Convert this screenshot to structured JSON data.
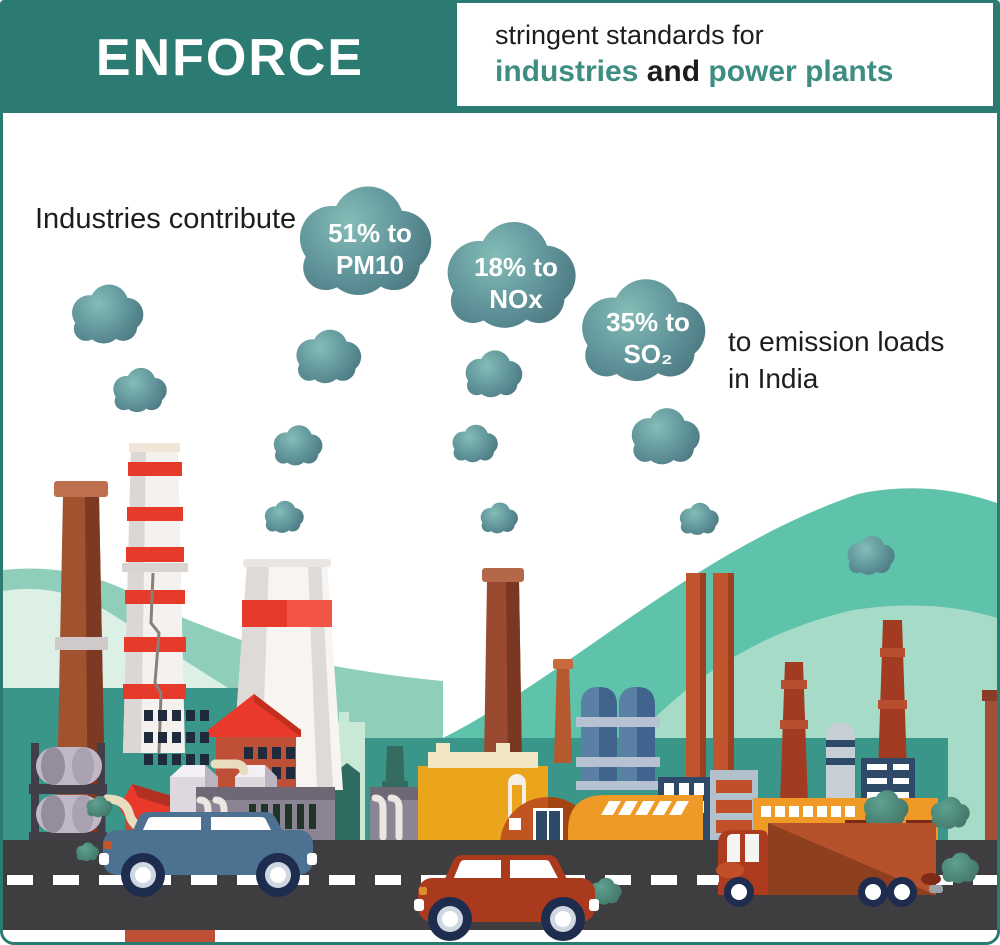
{
  "header": {
    "title": "ENFORCE",
    "subtitle_line1": "stringent standards for",
    "subtitle_industries": "industries",
    "subtitle_and": " and ",
    "subtitle_power_plants": "power plants"
  },
  "body": {
    "lead_text": "Industries contribute",
    "closing_line1": "to emission loads",
    "closing_line2": "in India"
  },
  "emission_clouds": [
    {
      "pollutant": "PM10",
      "share": "51%",
      "line1": "51% to",
      "line2": "PM10"
    },
    {
      "pollutant": "NOx",
      "share": "18%",
      "line1": "18% to",
      "line2": "NOx"
    },
    {
      "pollutant": "SO2",
      "share": "35%",
      "line1": "35% to",
      "line2": "SO₂"
    }
  ],
  "palette": {
    "header_teal": "#2c7b72",
    "accent_teal": "#3d8d83",
    "text_dark": "#1d1d1b",
    "smoke_cloud_teal": "#5c918f",
    "hill_green": "#5fc2ab",
    "road_gray": "#3e3e40",
    "factory_red": "#bf5038",
    "factory_orange": "#ef9a26",
    "factory_yellow": "#eaa51d",
    "stripe_red": "#e63b2a"
  }
}
